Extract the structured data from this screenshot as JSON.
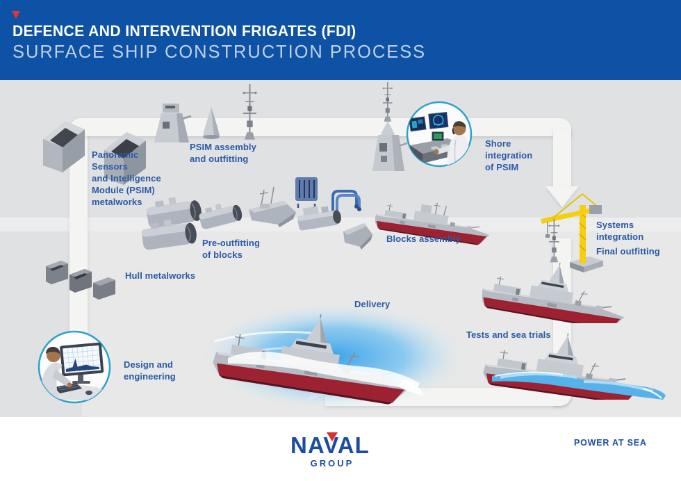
{
  "header": {
    "title": "DEFENCE AND INTERVENTION FRIGATES (FDI)",
    "subtitle": "SURFACE SHIP CONSTRUCTION PROCESS"
  },
  "stages": {
    "psim_metalworks": {
      "label": "Panoramic\nSensors\nand Intelligence\nModule (PSIM)\nmetalworks"
    },
    "psim_assembly": {
      "label": "PSIM assembly\nand outfitting"
    },
    "shore_integration": {
      "label": "Shore\nintegration\nof PSIM"
    },
    "pre_outfitting": {
      "label": "Pre-outfitting\nof blocks"
    },
    "blocks_assembly": {
      "label": "Blocks assembly"
    },
    "systems_integration": {
      "label": "Systems\nintegration"
    },
    "final_outfitting": {
      "label": "Final outfitting"
    },
    "hull_metalworks": {
      "label": "Hull metalworks"
    },
    "delivery": {
      "label": "Delivery"
    },
    "tests_sea_trials": {
      "label": "Tests and sea trials"
    },
    "design_engineering": {
      "label": "Design and\nengineering"
    }
  },
  "footer": {
    "brand": "NAVAL",
    "brand_sub": "GROUP",
    "tagline": "POWER AT SEA"
  },
  "icons": {
    "marker": "red-triangle-marker",
    "flow": "process-flow-path-with-arrows",
    "vignettes": [
      "design-engineer-illustration",
      "console-operator-illustration"
    ]
  },
  "colors": {
    "header_blue": "#0d52a5",
    "label_blue": "#2b5aa7",
    "accent_red": "#e8322d",
    "hull_red": "#9d2130",
    "crane_yellow": "#f6cf10",
    "water_blue": "#3ea4e8",
    "circle_ring_blue": "#2da0cf",
    "path_white": "#f4f4f2",
    "background_gray": "#e0e1e3",
    "logo_blue": "#1c4da0"
  }
}
